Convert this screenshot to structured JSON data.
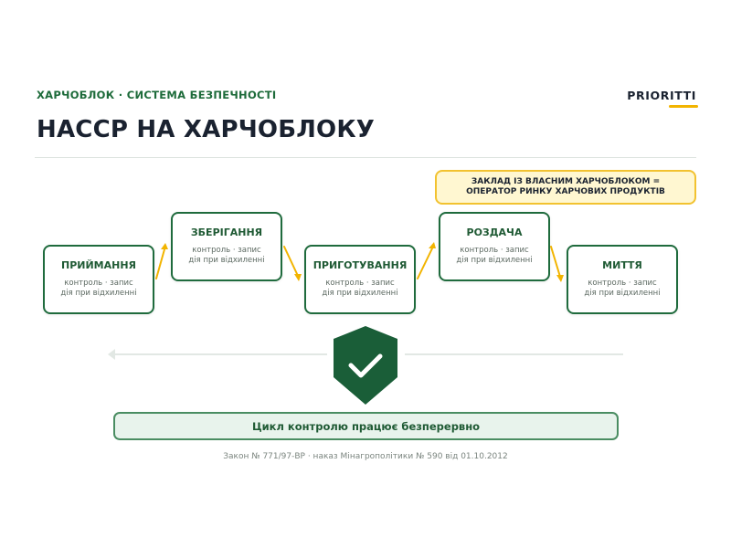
{
  "header": {
    "eyebrow": "ХАРЧОБЛОК · СИСТЕМА БЕЗПЕЧНОСТІ",
    "brand": "PRIORITTI",
    "title": "HACCP НА ХАРЧОБЛОКУ"
  },
  "note": {
    "line1": "ЗАКЛАД ІЗ ВЛАСНИМ ХАРЧОБЛОКОМ =",
    "line2": "ОПЕРАТОР РИНКУ ХАРЧОВИХ ПРОДУКТІВ"
  },
  "steps": [
    {
      "name": "ПРИЙМАННЯ",
      "sub1": "контроль · запис",
      "sub2": "дія при відхиленні"
    },
    {
      "name": "ЗБЕРІГАННЯ",
      "sub1": "контроль · запис",
      "sub2": "дія при відхиленні"
    },
    {
      "name": "ПРИГОТУВАННЯ",
      "sub1": "контроль · запис",
      "sub2": "дія при відхиленні"
    },
    {
      "name": "РОЗДАЧА",
      "sub1": "контроль · запис",
      "sub2": "дія при відхиленні"
    },
    {
      "name": "МИТТЯ",
      "sub1": "контроль · запис",
      "sub2": "дія при відхиленні"
    }
  ],
  "status": "Цикл контролю працює безперервно",
  "footnote": "Закон № 771/97-ВР · наказ Мінагрополітики № 590 від 01.10.2012",
  "colors": {
    "primary": "#1f6b3d",
    "accent": "#f2b400",
    "shield": "#1a5e38",
    "status_bg": "#e8f3ec"
  },
  "icons": {
    "shield": "shield-check-icon"
  }
}
